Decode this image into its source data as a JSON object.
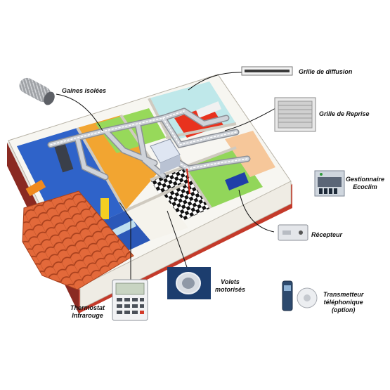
{
  "labels": {
    "grille_diffusion": "Grille de diffusion",
    "gaines_isolees": "Gaines isolées",
    "grille_reprise": "Grille de Reprise",
    "gestionnaire_1": "Gestionnaire",
    "gestionnaire_2": "Ecoclim",
    "recepteur": "Récepteur",
    "transmetteur_1": "Transmetteur",
    "transmetteur_2": "téléphonique",
    "transmetteur_3": "(option)",
    "volets_1": "Volets",
    "volets_2": "motorisés",
    "thermostat_1": "Thermostat",
    "thermostat_2": "Infrarouge"
  },
  "colors": {
    "duct": "#c9ced6",
    "wall": "#f3f1ea",
    "floor_blue": "#2f63c9",
    "floor_orange": "#f2a531",
    "floor_green": "#8fd34a",
    "roof": "#e0683a",
    "red_rug": "#e8321e"
  }
}
